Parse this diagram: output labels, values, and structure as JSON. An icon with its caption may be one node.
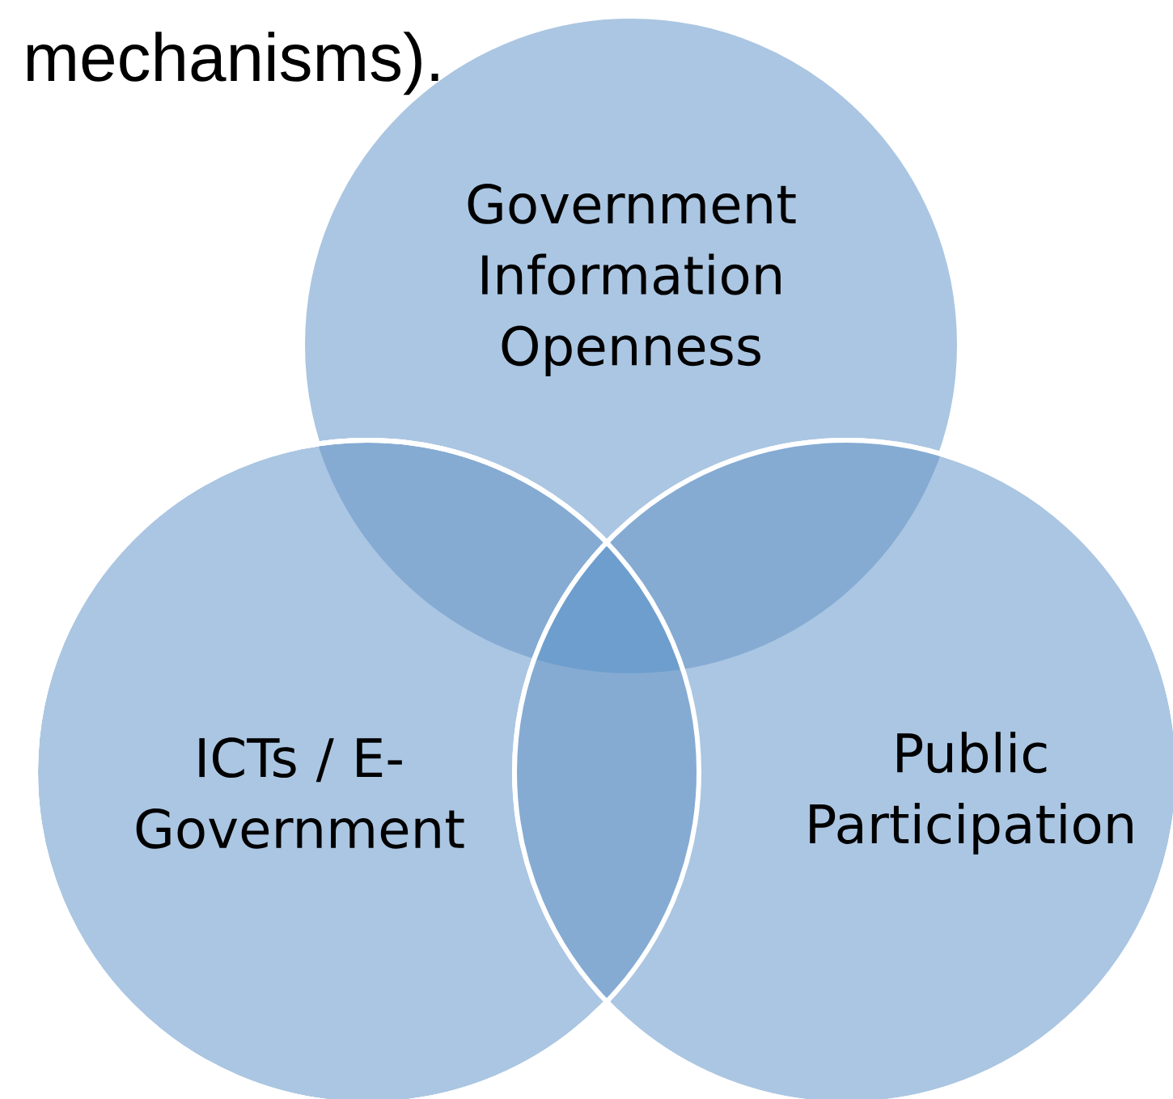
{
  "diagram": {
    "nodes": [
      {
        "text": [
          "Government Information Openness"
        ]
      },
      {
        "text": [
          "ICTs / E- Government"
        ]
      },
      {
        "text": [
          "Public Participation"
        ]
      }
    ],
    "labels": [
      "mechanisms)."
    ]
  }
}
